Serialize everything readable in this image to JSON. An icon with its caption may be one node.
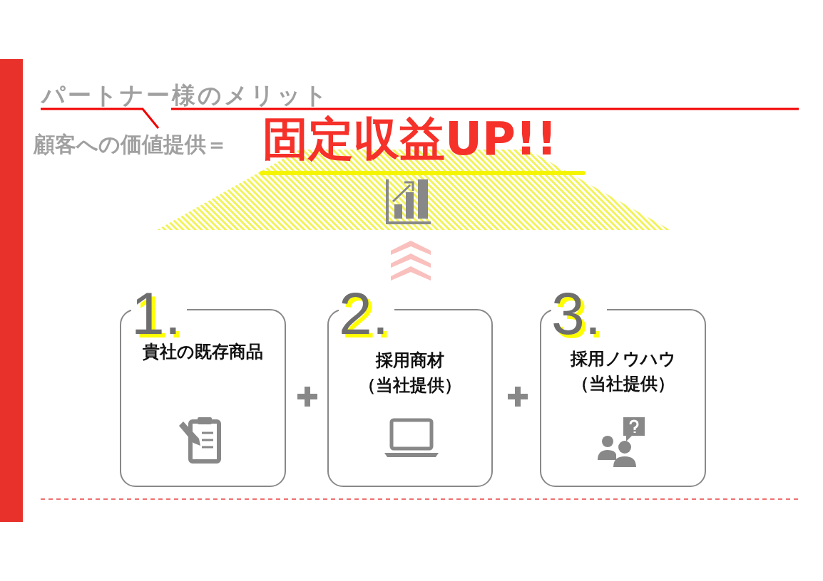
{
  "diagram": {
    "title": "パートナー様のメリット",
    "nodes": [
      {
        "text": [
          "1.",
          "貴社の既存商品"
        ]
      },
      {
        "text": [
          "2.",
          "採用商材",
          "（当社提供）"
        ]
      },
      {
        "text": [
          "3.",
          "採用ノウハウ",
          "（当社提供）"
        ]
      }
    ],
    "labels": [
      "顧客への価値提供＝",
      "固定収益UP!!"
    ]
  }
}
